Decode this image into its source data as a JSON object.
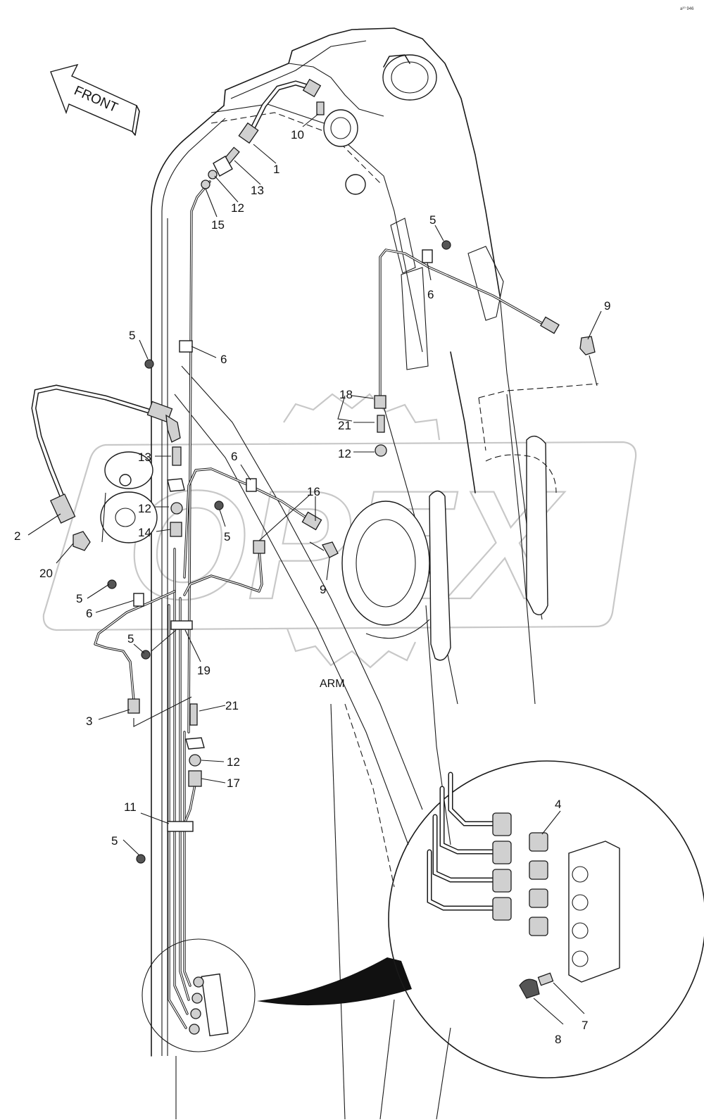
{
  "direction_label": "FRONT",
  "component_label": "ARM",
  "corner_code": "a²⁰ 946",
  "watermark_text": "OPEX",
  "colors": {
    "line": "#1a1a1a",
    "part_fill": "#d0d0d0",
    "watermark": "#c8c8c8",
    "background": "#ffffff"
  },
  "callouts": [
    {
      "id": "c-1",
      "text": "1"
    },
    {
      "id": "c-10",
      "text": "10"
    },
    {
      "id": "c-13a",
      "text": "13"
    },
    {
      "id": "c-12a",
      "text": "12"
    },
    {
      "id": "c-15",
      "text": "15"
    },
    {
      "id": "c-5a",
      "text": "5"
    },
    {
      "id": "c-6a",
      "text": "6"
    },
    {
      "id": "c-9a",
      "text": "9"
    },
    {
      "id": "c-5b",
      "text": "5"
    },
    {
      "id": "c-6b",
      "text": "6"
    },
    {
      "id": "c-18",
      "text": "18"
    },
    {
      "id": "c-21a",
      "text": "21"
    },
    {
      "id": "c-12b",
      "text": "12"
    },
    {
      "id": "c-13b",
      "text": "13"
    },
    {
      "id": "c-6c",
      "text": "6"
    },
    {
      "id": "c-16",
      "text": "16"
    },
    {
      "id": "c-12c",
      "text": "12"
    },
    {
      "id": "c-14",
      "text": "14"
    },
    {
      "id": "c-2",
      "text": "2"
    },
    {
      "id": "c-5c",
      "text": "5"
    },
    {
      "id": "c-20",
      "text": "20"
    },
    {
      "id": "c-9b",
      "text": "9"
    },
    {
      "id": "c-5d",
      "text": "5"
    },
    {
      "id": "c-6d",
      "text": "6"
    },
    {
      "id": "c-5e",
      "text": "5"
    },
    {
      "id": "c-19",
      "text": "19"
    },
    {
      "id": "c-3",
      "text": "3"
    },
    {
      "id": "c-21b",
      "text": "21"
    },
    {
      "id": "c-12d",
      "text": "12"
    },
    {
      "id": "c-17",
      "text": "17"
    },
    {
      "id": "c-11",
      "text": "11"
    },
    {
      "id": "c-5f",
      "text": "5"
    },
    {
      "id": "c-4",
      "text": "4"
    },
    {
      "id": "c-7",
      "text": "7"
    },
    {
      "id": "c-8",
      "text": "8"
    }
  ]
}
